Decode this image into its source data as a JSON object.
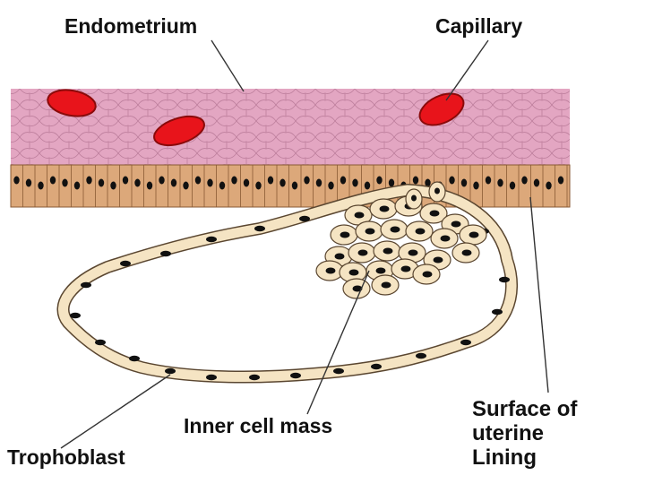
{
  "labels": {
    "endometrium": "Endometrium",
    "capillary": "Capillary",
    "inner_cell_mass": "Inner cell mass",
    "trophoblast": "Trophoblast",
    "surface_line1": "Surface of",
    "surface_line2": "uterine",
    "surface_line3": "Lining"
  },
  "colors": {
    "endometrium_fill": "#e3a6c2",
    "endometrium_cell_line": "#b97a98",
    "epithelium_fill": "#dca87a",
    "capillary_red": "#e8141b",
    "cell_fill": "#f5e4c3",
    "nucleus": "#111111",
    "pointer_line": "#333333"
  }
}
